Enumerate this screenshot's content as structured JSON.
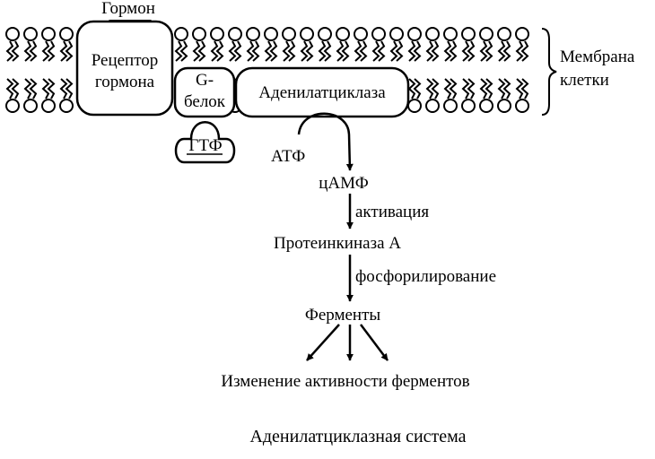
{
  "hormone": "Гормон",
  "receptor": {
    "line1": "Рецептор",
    "line2": "гормона"
  },
  "g_protein": {
    "line1": "G-",
    "line2": "белок"
  },
  "adenylate_cyclase": "Аденилатциклаза",
  "gtp": "ГТФ",
  "membrane": {
    "line1": "Мембрана",
    "line2": "клетки"
  },
  "atp": "АТФ",
  "camp": "цАМФ",
  "activation": "активация",
  "protein_kinase": "Протеинкиназа А",
  "phosphorylation": "фосфорилирование",
  "enzymes": "Ферменты",
  "result": "Изменение активности ферментов",
  "caption": "Аденилатциклазная система"
}
